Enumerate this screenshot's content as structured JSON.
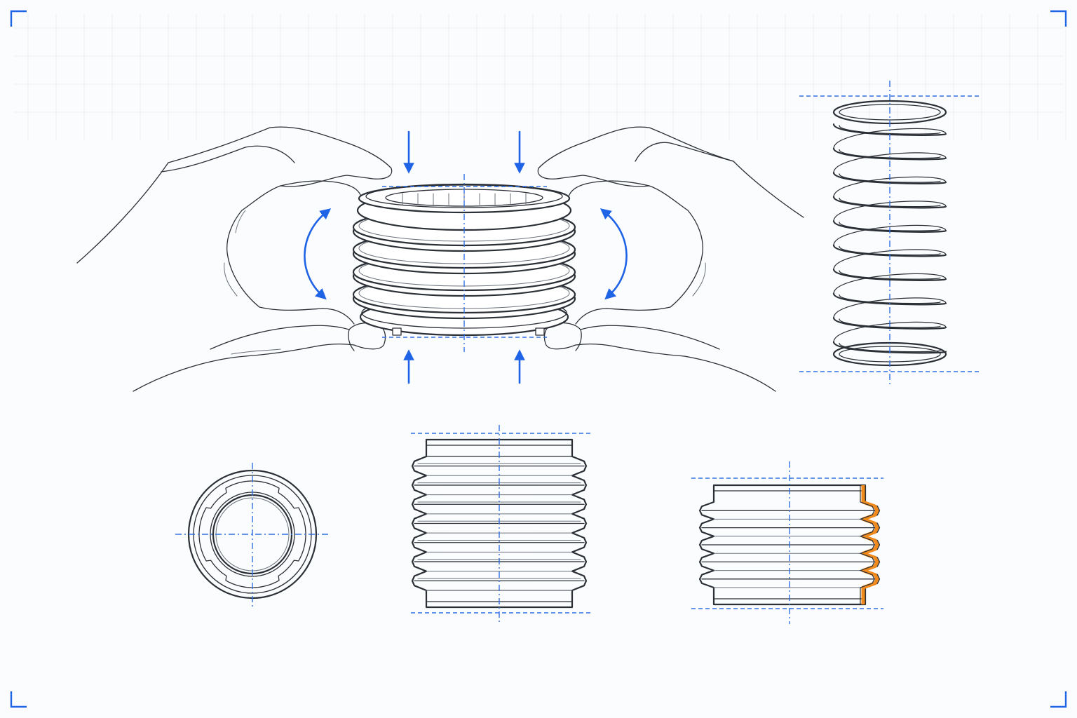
{
  "colors": {
    "ink": "#2b2f36",
    "accent_blue": "#1f63e6",
    "centerline_blue": "#2f6fe0",
    "section_orange": "#f08a1c",
    "background": "#fbfcfd"
  },
  "figures": [
    "hands-compressing-bellows",
    "coil-spring",
    "bellows-top-view",
    "bellows-side-view",
    "bellows-half-section-view"
  ],
  "bellows": {
    "convolutions": 7
  },
  "spring": {
    "coils": 10
  }
}
